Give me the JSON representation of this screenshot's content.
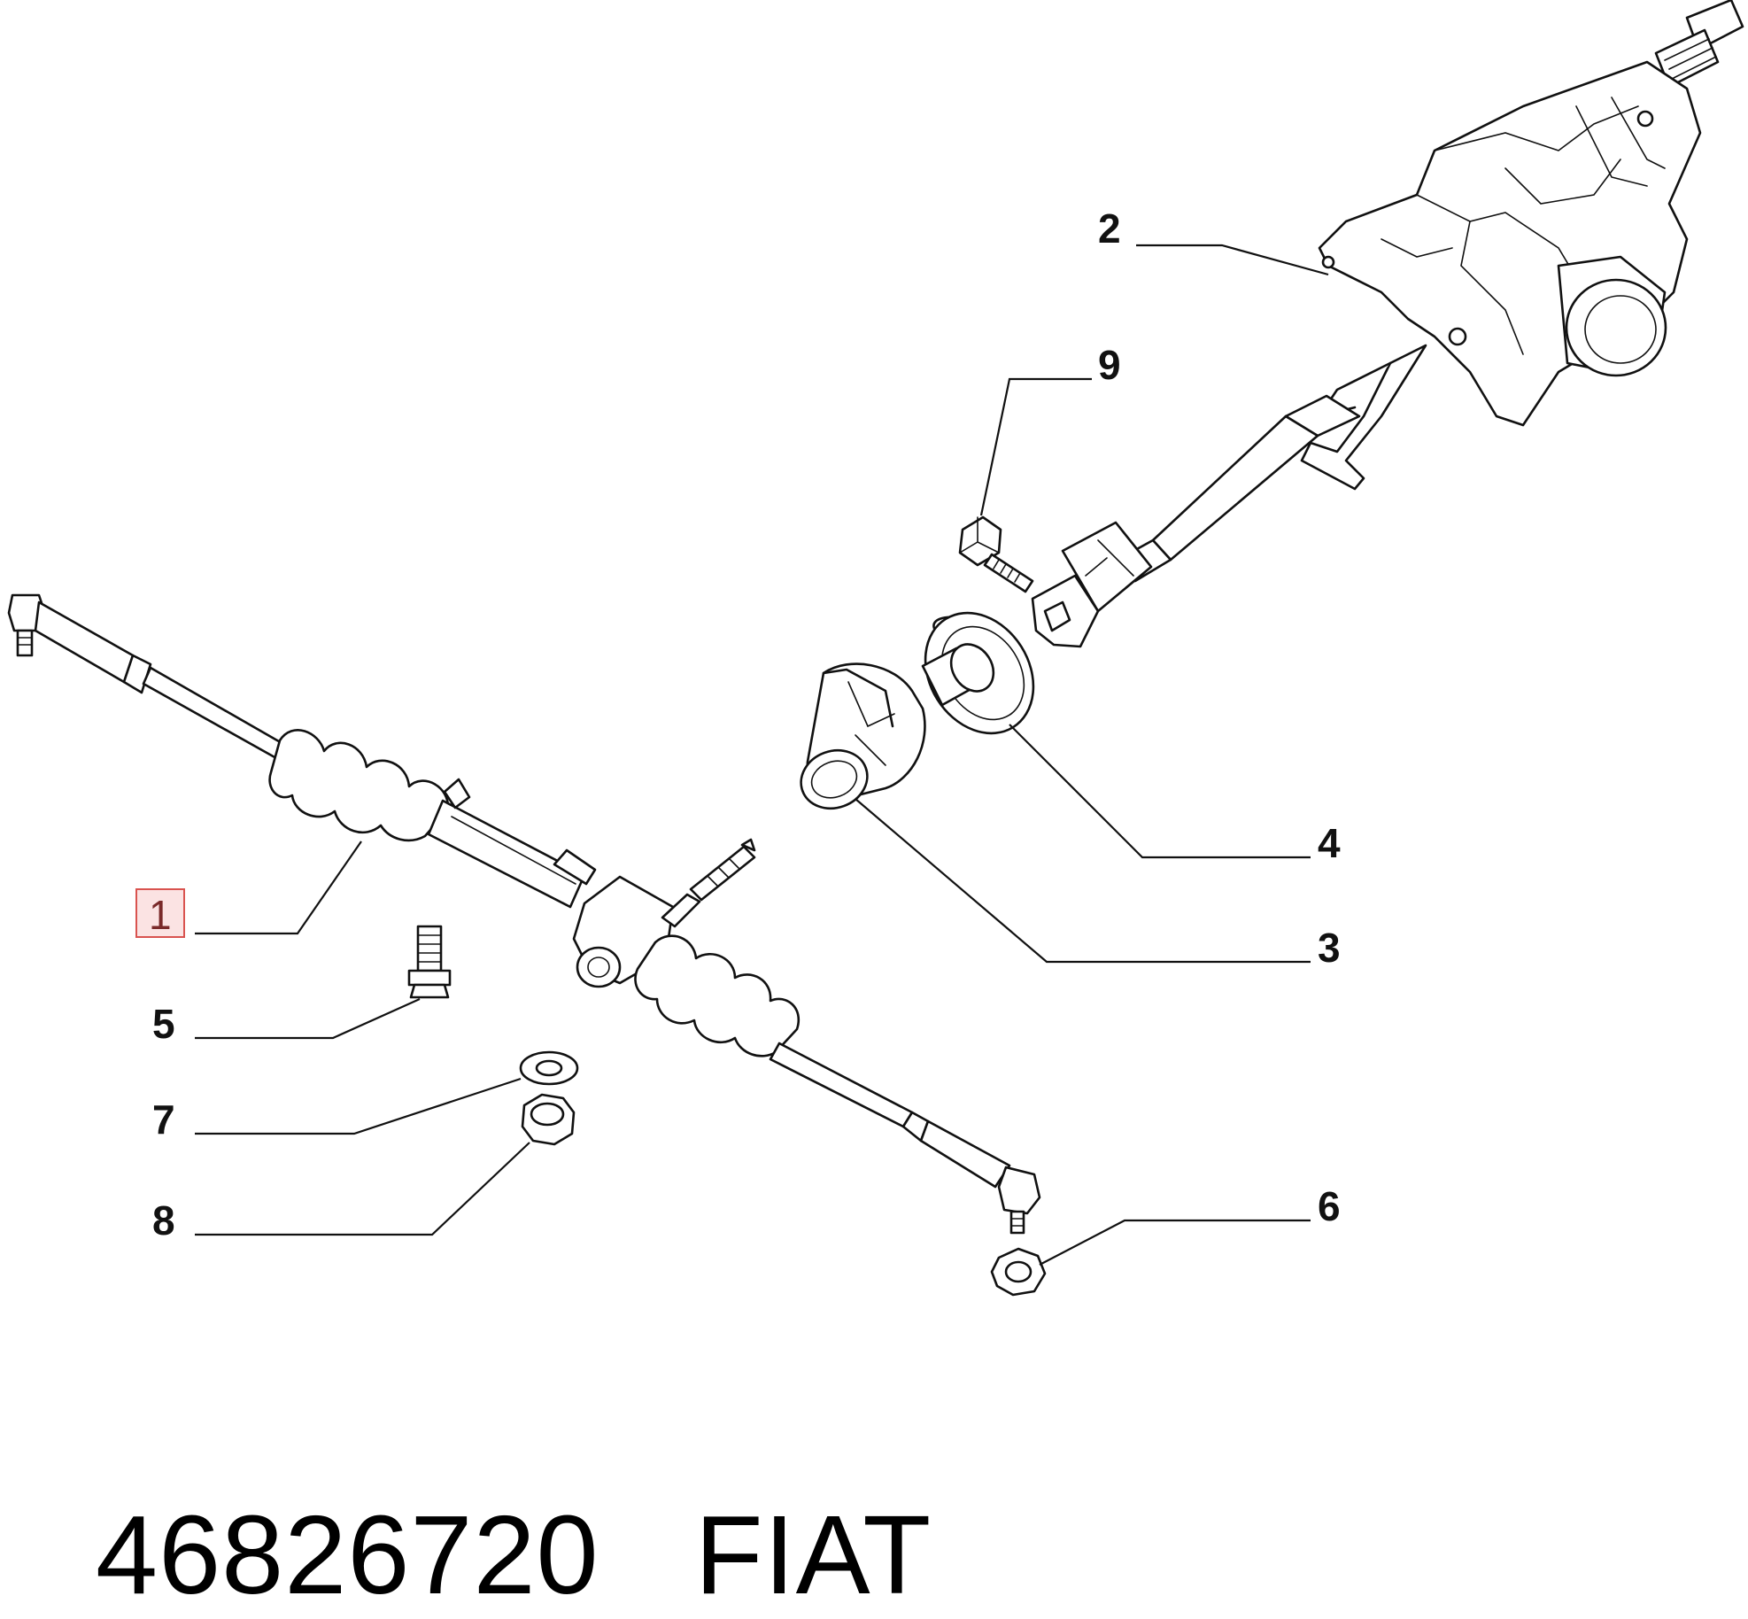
{
  "callouts": [
    {
      "id": "1",
      "label": "1",
      "highlighted": true
    },
    {
      "id": "2",
      "label": "2"
    },
    {
      "id": "3",
      "label": "3"
    },
    {
      "id": "4",
      "label": "4"
    },
    {
      "id": "5",
      "label": "5"
    },
    {
      "id": "6",
      "label": "6"
    },
    {
      "id": "7",
      "label": "7"
    },
    {
      "id": "8",
      "label": "8"
    },
    {
      "id": "9",
      "label": "9"
    }
  ],
  "footer": {
    "part_number": "46826720",
    "brand": "FIAT"
  },
  "colors": {
    "line": "#111111",
    "highlight_border": "#d9534f",
    "highlight_fill": "#fbe3e3"
  }
}
